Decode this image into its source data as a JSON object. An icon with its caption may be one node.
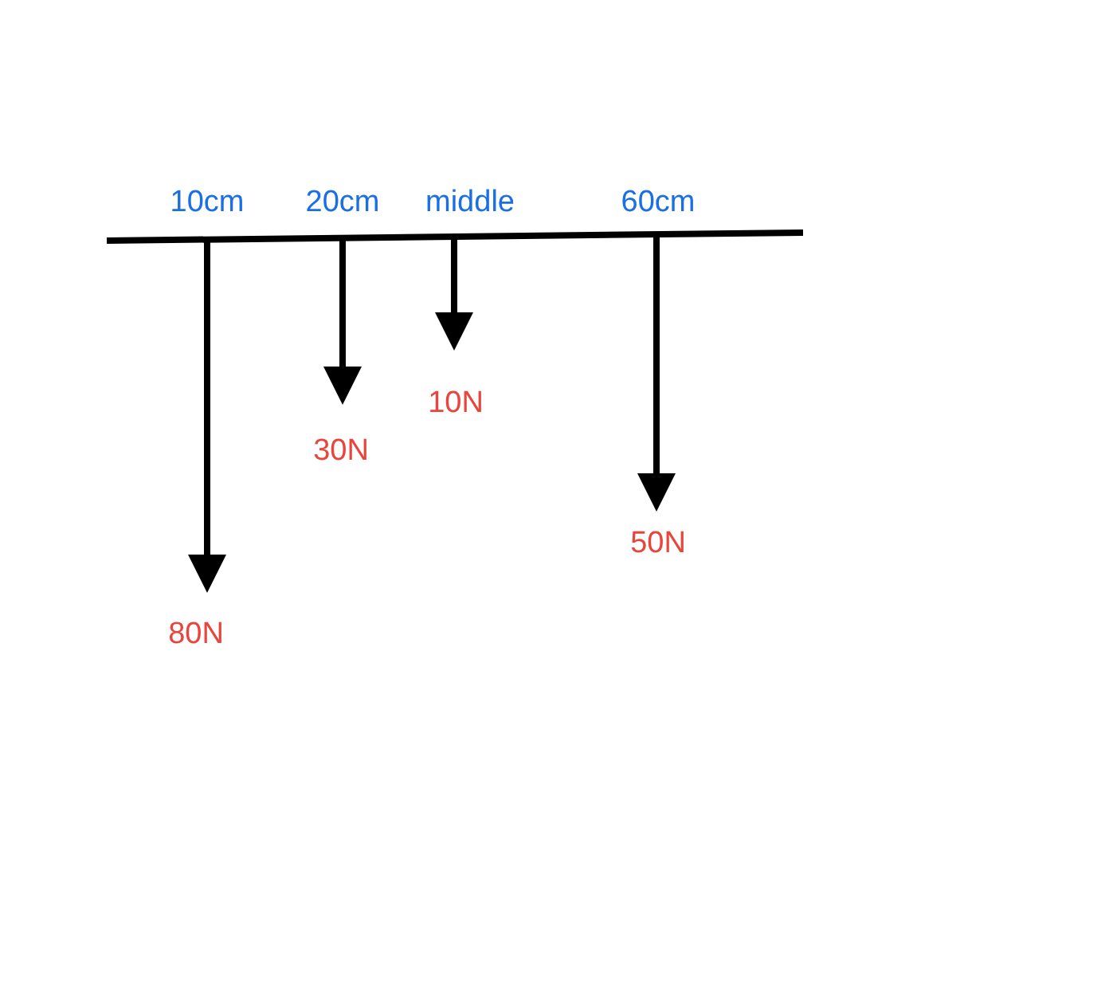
{
  "diagram": {
    "labels": [
      "10cm",
      "20cm",
      "middle",
      "60cm",
      "10N",
      "30N",
      "50N",
      "80N"
    ]
  }
}
